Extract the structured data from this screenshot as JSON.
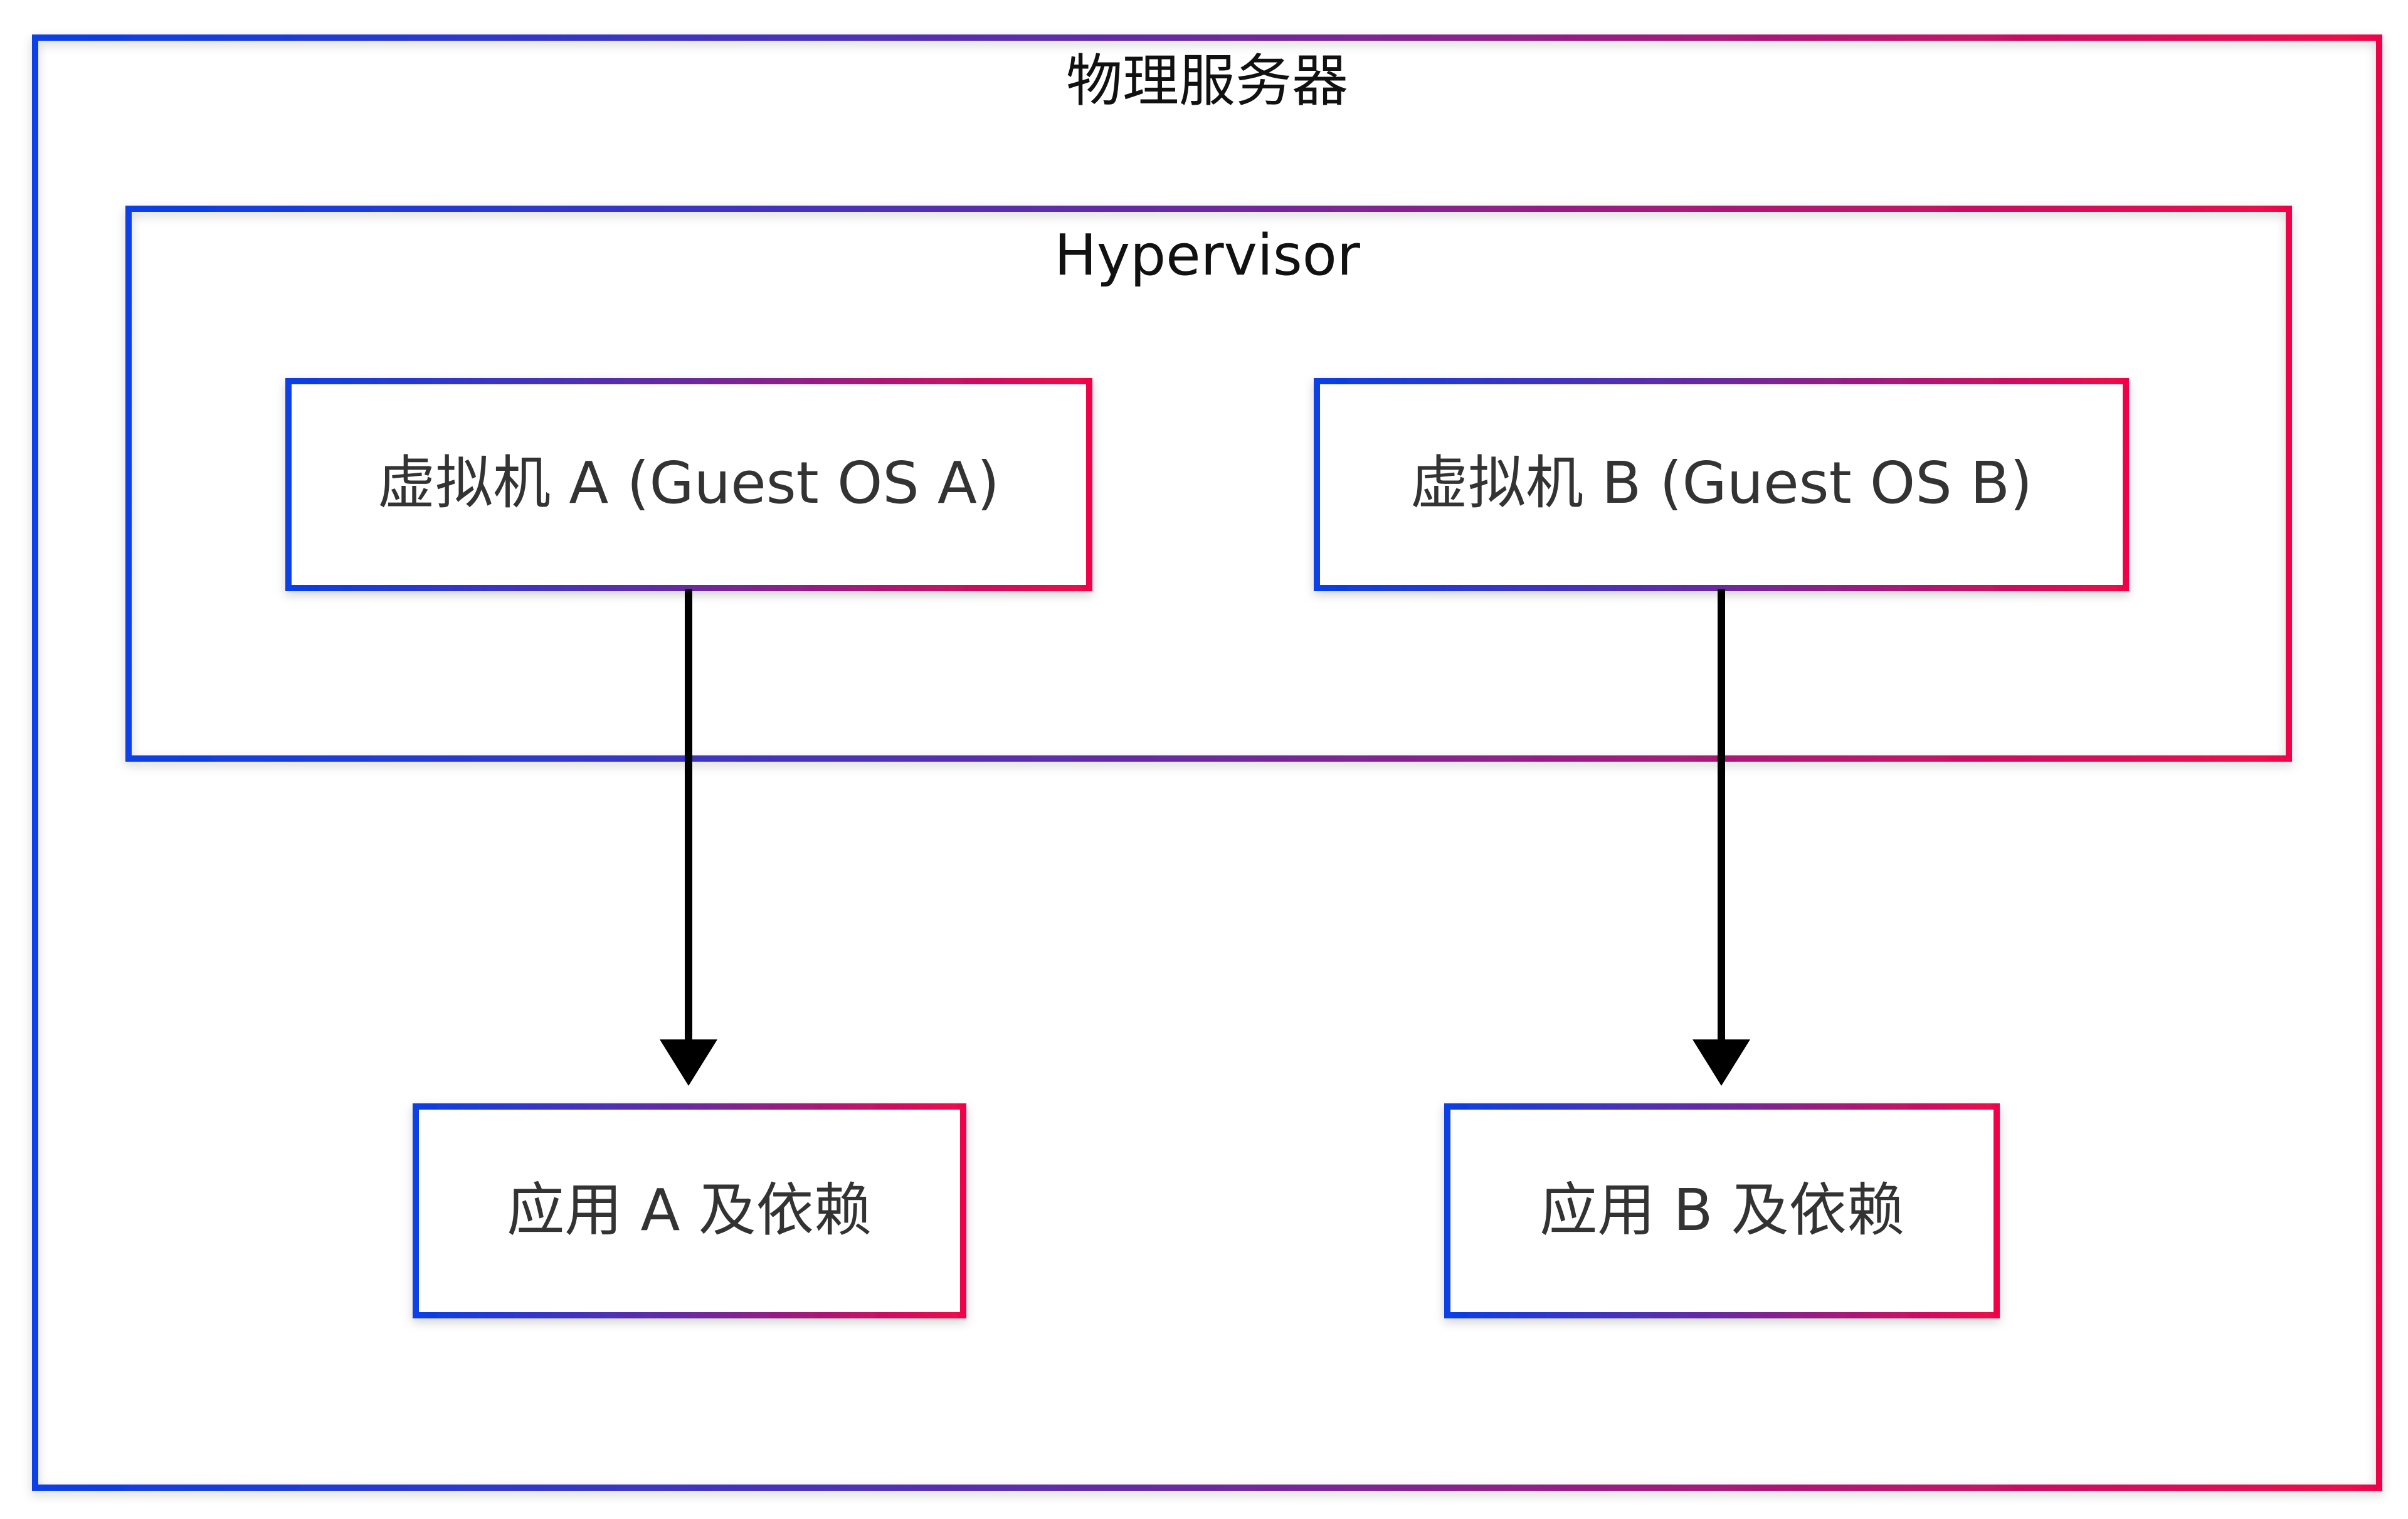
{
  "diagram": {
    "server": {
      "label": "物理服务器"
    },
    "hypervisor": {
      "label": "Hypervisor"
    },
    "vms": [
      {
        "label": "虚拟机 A (Guest OS A)"
      },
      {
        "label": "虚拟机 B (Guest OS B)"
      }
    ],
    "apps": [
      {
        "label": "应用 A 及依赖"
      },
      {
        "label": "应用 B 及依赖"
      }
    ],
    "edges": [
      {
        "from": "虚拟机 A (Guest OS A)",
        "to": "应用 A 及依赖"
      },
      {
        "from": "虚拟机 B (Guest OS B)",
        "to": "应用 B 及依赖"
      }
    ]
  },
  "colors": {
    "gradient_start": "#0a3fe6",
    "gradient_mid": "#6a2a9e",
    "gradient_end": "#f0064a",
    "arrow": "#000000",
    "title_text": "#111111",
    "node_text": "#333333"
  }
}
